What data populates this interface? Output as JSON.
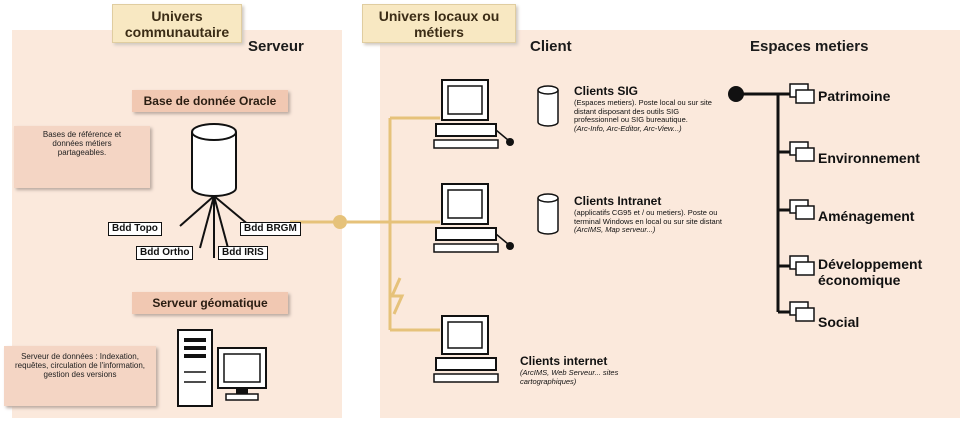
{
  "tabs": {
    "univers_communautaire": "Univers communautaire",
    "univers_locaux": "Univers locaux ou métiers"
  },
  "headers": {
    "serveur": "Serveur",
    "client": "Client",
    "espaces": "Espaces metiers"
  },
  "server": {
    "oracle_label": "Base de donnée Oracle",
    "bases_note": "Bases de référence et données métiers partageables.",
    "bdd": [
      "Bdd Topo",
      "Bdd BRGM",
      "Bdd Ortho",
      "Bdd IRIS"
    ],
    "geo_label": "Serveur géomatique",
    "geo_note": "Serveur de données : Indexation, requêtes, circulation de l'information, gestion des versions"
  },
  "clients": [
    {
      "title": "Clients SIG",
      "desc": "(Espaces metiers). Poste local ou sur site distant disposant des outils SIG professionnel ou SIG bureautique.",
      "tools": "(Arc-Info, Arc-Editor, Arc-View...)"
    },
    {
      "title": "Clients Intranet",
      "desc": "(applicatifs CG95 et / ou metiers). Poste ou terminal Windows en local ou sur site distant",
      "tools": "(ArcIMS, Map serveur...)"
    },
    {
      "title": "Clients internet",
      "desc": "",
      "tools": "(ArcIMS, Web Serveur... sites cartographiques)"
    }
  ],
  "espaces": [
    "Patrimoine",
    "Environnement",
    "Aménagement",
    "Développement économique",
    "Social"
  ],
  "colors": {
    "zone": "#fbe9dc",
    "tab": "#f8e8c2",
    "pink_box": "#f1c8b2",
    "connector": "#e6c27a"
  }
}
